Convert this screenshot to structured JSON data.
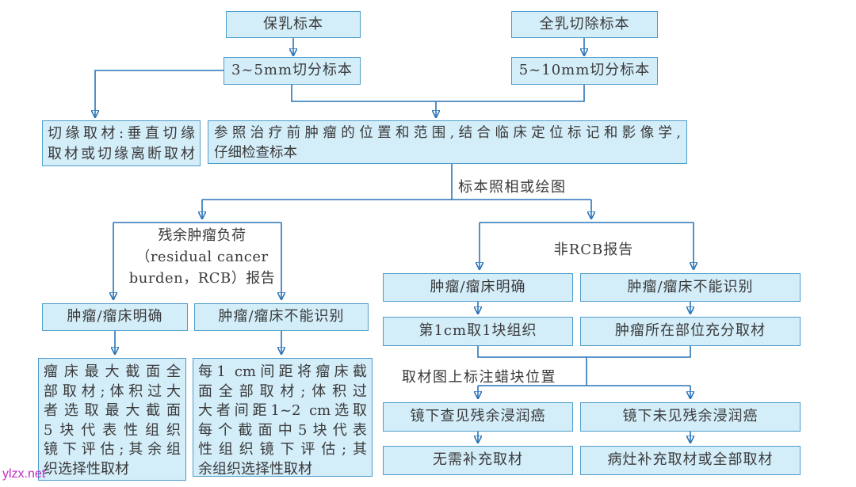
{
  "colors": {
    "box_fill": "#d3edf9",
    "box_border": "#4f9ccb",
    "connector_line": "#2a74b8",
    "text": "#3a3a3a",
    "watermark": "#c32cc3"
  },
  "watermark": {
    "text": "ylzx.net"
  },
  "flowchart": {
    "top_left_box": "保乳标本",
    "top_right_box": "全乳切除标本",
    "slice_left_box": "3~5mm切分标本",
    "slice_right_box": "5~10mm切分标本",
    "margin_box": {
      "line1": "切缘取材:垂直切缘",
      "line2": "取材或切缘离断取材"
    },
    "inspect_box": {
      "line1": "参照治疗前肿瘤的位置和范围,结合临床定位标记和影像学,",
      "line2": "仔细检查标本"
    },
    "photo_label": "标本照相或绘图",
    "rcb_branch": {
      "label_lines": [
        "残余肿瘤负荷",
        "（residual cancer",
        "burden，RCB）报告"
      ],
      "clear_box": "肿瘤/瘤床明确",
      "unclear_box": "肿瘤/瘤床不能识别",
      "clear_detail_lines": [
        "瘤床最大截面全",
        "部取材;体积过大",
        "者选取最大截面",
        "5块代表性组织",
        "镜下评估;其余组",
        "织选择性取材"
      ],
      "unclear_detail_lines": [
        "每1 cm间距将瘤床截",
        "面全部取材;体积过",
        "大者间距1~2 cm选取",
        "每个截面中5块代表",
        "性组织镜下评估;其",
        "余组织选择性取材"
      ]
    },
    "non_rcb_branch": {
      "label": "非RCB报告",
      "clear_box": "肿瘤/瘤床明确",
      "unclear_box": "肿瘤/瘤床不能识别",
      "clear_step": "第1cm取1块组织",
      "unclear_step": "肿瘤所在部位充分取材",
      "wax_label": "取材图上标注蜡块位置",
      "found_box": "镜下查见残余浸润癌",
      "not_found_box": "镜下未见残余浸润癌",
      "found_step": "无需补充取材",
      "not_found_step": "病灶补充取材或全部取材"
    }
  }
}
